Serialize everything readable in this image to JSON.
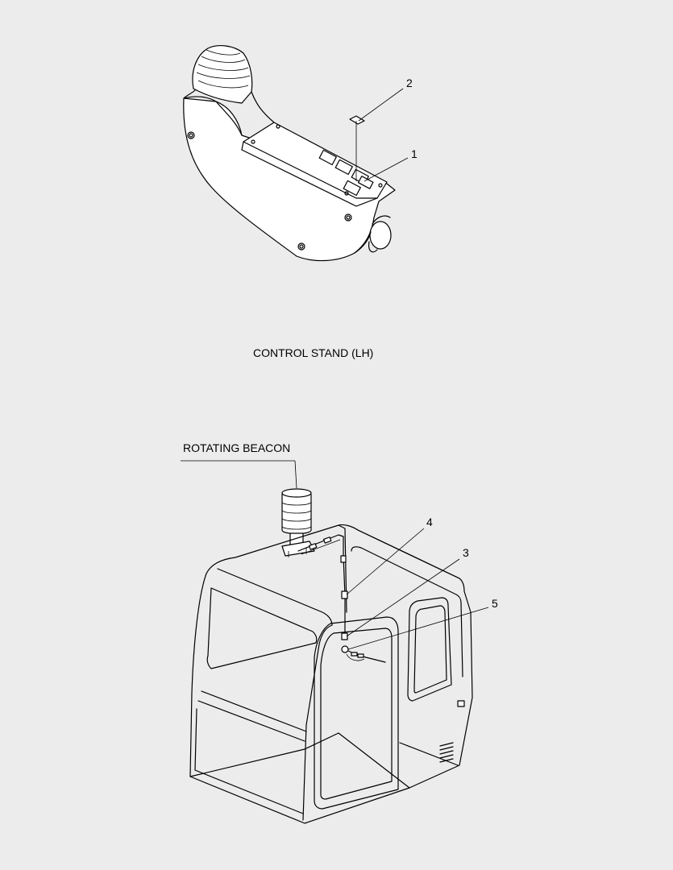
{
  "captions": {
    "control_stand": "CONTROL STAND (LH)",
    "rotating_beacon": "ROTATING BEACON"
  },
  "callouts": {
    "c1": "1",
    "c2": "2",
    "c3": "3",
    "c4": "4",
    "c5": "5"
  },
  "colors": {
    "background": "#ececec",
    "line": "#000000",
    "fill": "#ffffff"
  }
}
